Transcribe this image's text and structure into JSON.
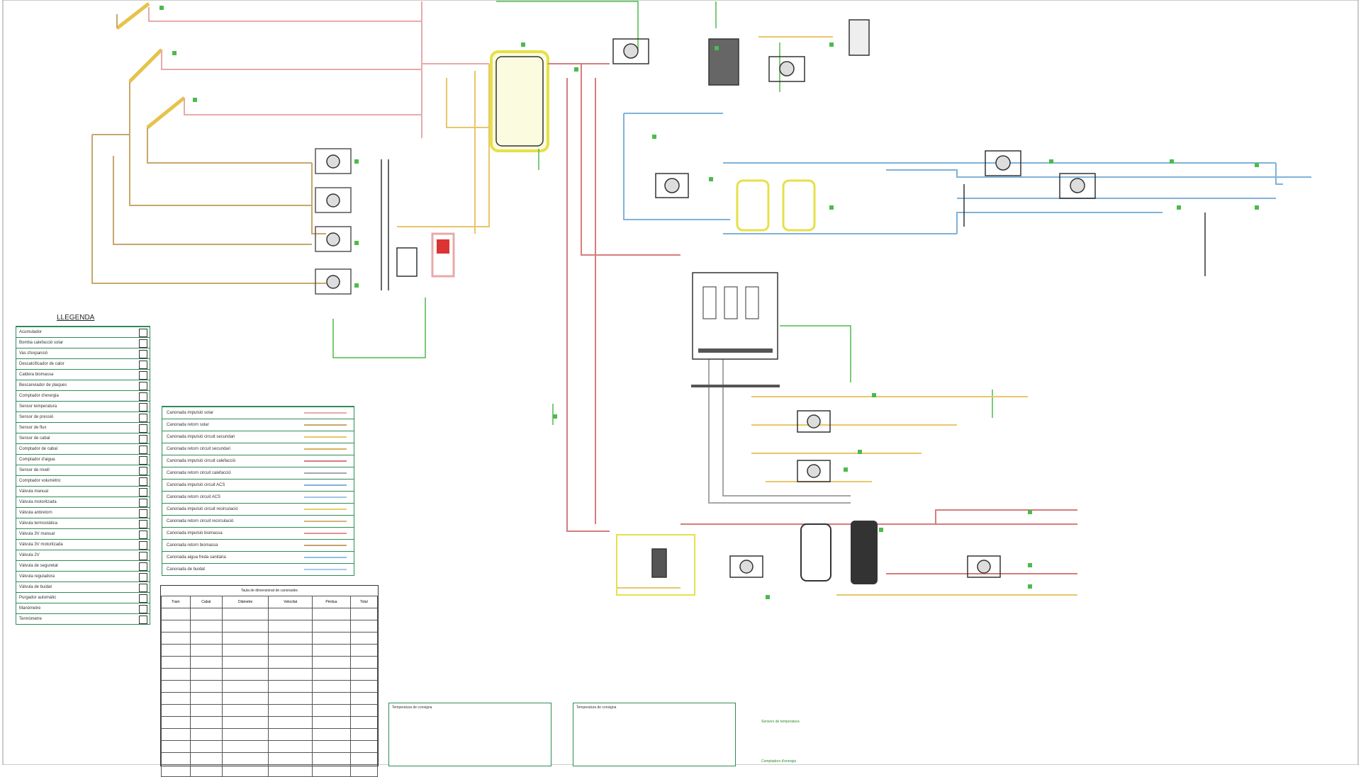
{
  "legend": {
    "title": "LLEGENDA",
    "rows": [
      "Acumulador",
      "Bomba calefacció solar",
      "Vas d'expansió",
      "Descalcificador de calor",
      "Caldera biomassa",
      "Bescanviador de plaques",
      "Comptador d'energia",
      "Sensor temperatura",
      "Sensor de pressió",
      "Sensor de flux",
      "Sensor de cabal",
      "Comptador de cabal",
      "Comptador d'aigua",
      "Sensor de nivell",
      "Comptador volumètric",
      "Vàlvula manual",
      "Vàlvula motoritzada",
      "Vàlvula antiretorn",
      "Vàlvula termostàtica",
      "Vàlvula 3V manual",
      "Vàlvula 3V motoritzada",
      "Vàlvula 2V",
      "Vàlvula de seguretat",
      "Vàlvula reguladora",
      "Vàlvula de buidat",
      "Purgador automàtic",
      "Manòmetre",
      "Termòmetre"
    ]
  },
  "pipe_legend": {
    "rows": [
      {
        "label": "Canonada impulsió solar",
        "color": "#e8a9a9"
      },
      {
        "label": "Canonada retorn solar",
        "color": "#c9a66b"
      },
      {
        "label": "Canonada impulsió circuit secundari",
        "color": "#e8c66a"
      },
      {
        "label": "Canonada retorn circuit secundari",
        "color": "#d9b25c"
      },
      {
        "label": "Canonada impulsió circuit calefacció",
        "color": "#d67c7c"
      },
      {
        "label": "Canonada retorn circuit calefacció",
        "color": "#a6a6a6"
      },
      {
        "label": "Canonada impulsió circuit ACS",
        "color": "#7fb2d9"
      },
      {
        "label": "Canonada retorn circuit ACS",
        "color": "#9fc6e0"
      },
      {
        "label": "Canonada impulsió circuit recirculació",
        "color": "#e0d26a"
      },
      {
        "label": "Canonada retorn circuit recirculació",
        "color": "#d2b47a"
      },
      {
        "label": "Canonada impulsió biomassa",
        "color": "#e29090"
      },
      {
        "label": "Canonada retorn biomassa",
        "color": "#c9a06b"
      },
      {
        "label": "Canonada aigua freda sanitària",
        "color": "#8fc0e0"
      },
      {
        "label": "Canonada de buidat",
        "color": "#a3c9ef"
      }
    ]
  },
  "data_table": {
    "title": "Taula de dimensionat de canonades",
    "headers": [
      "Tram",
      "Cabal",
      "Diàmetre",
      "Velocitat",
      "Pèrdua",
      "Total"
    ]
  },
  "notes": {
    "box1_title": "Temperatura de consigna",
    "box2_title": "Temperatura de consigna",
    "free_note_title": "Sensors de temperatura",
    "free_note_2": "Comptadors d'energia"
  },
  "colors": {
    "solar_supply": "#e8a9a9",
    "solar_return": "#c9a66b",
    "secondary": "#e8c66a",
    "heating_supply": "#d67c7c",
    "heating_return": "#a6a6a6",
    "acs": "#7fb2d9",
    "control_green": "#4cbb4c",
    "tank_yellow": "#e6e04a",
    "dark": "#333333"
  }
}
